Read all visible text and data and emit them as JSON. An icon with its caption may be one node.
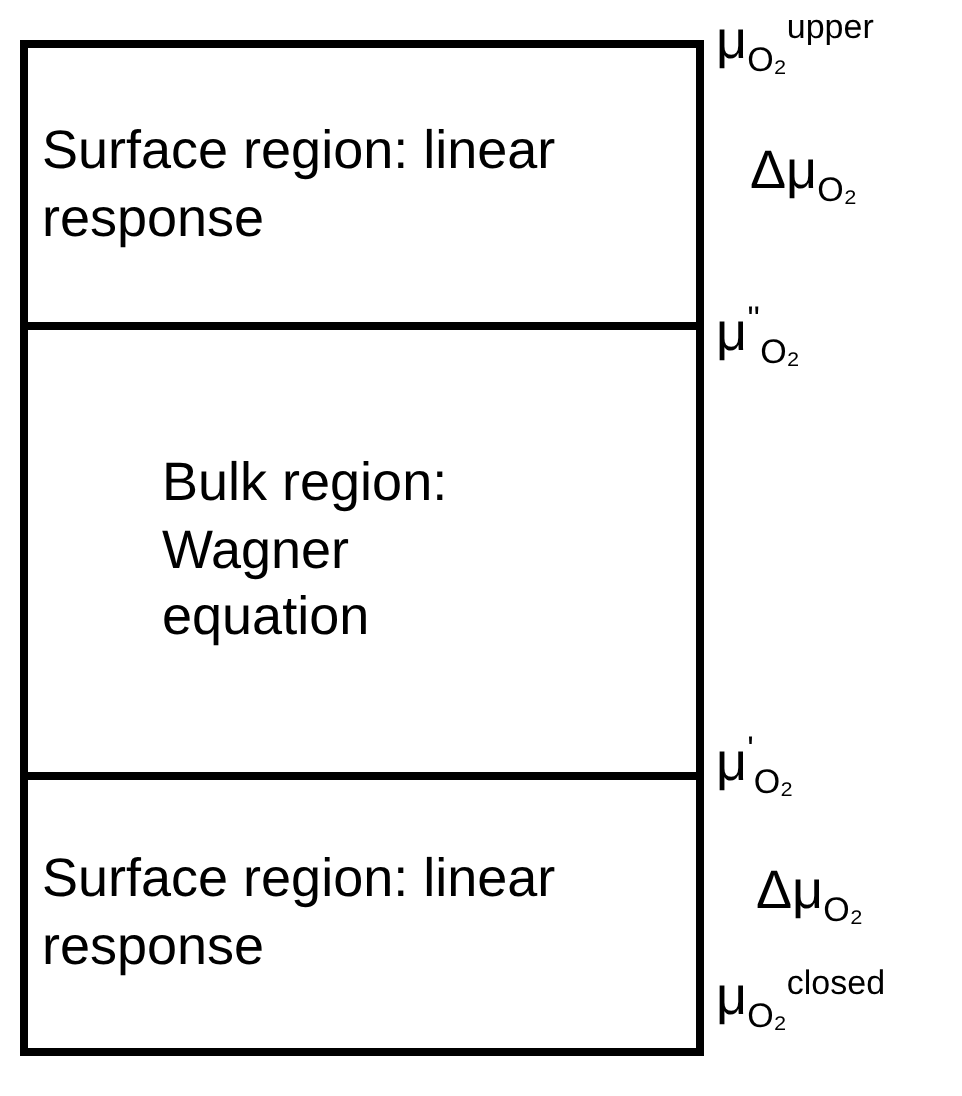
{
  "diagram": {
    "nodes": [
      {
        "text": [
          "Surface region: linear response"
        ]
      },
      {
        "text": [
          "Bulk region: Wagner equation"
        ]
      },
      {
        "text": [
          "Surface region: linear response"
        ]
      }
    ],
    "labels": [
      "μ$_{O₂}$$^{upper}$",
      "Δμ$_{O₂}$",
      "μ$^{''}$$_{O₂}$",
      "μ$^{'}$$_{O₂}$",
      "Δμ$_{O₂}$",
      "μ$_{O₂}$$^{closed}$"
    ]
  }
}
